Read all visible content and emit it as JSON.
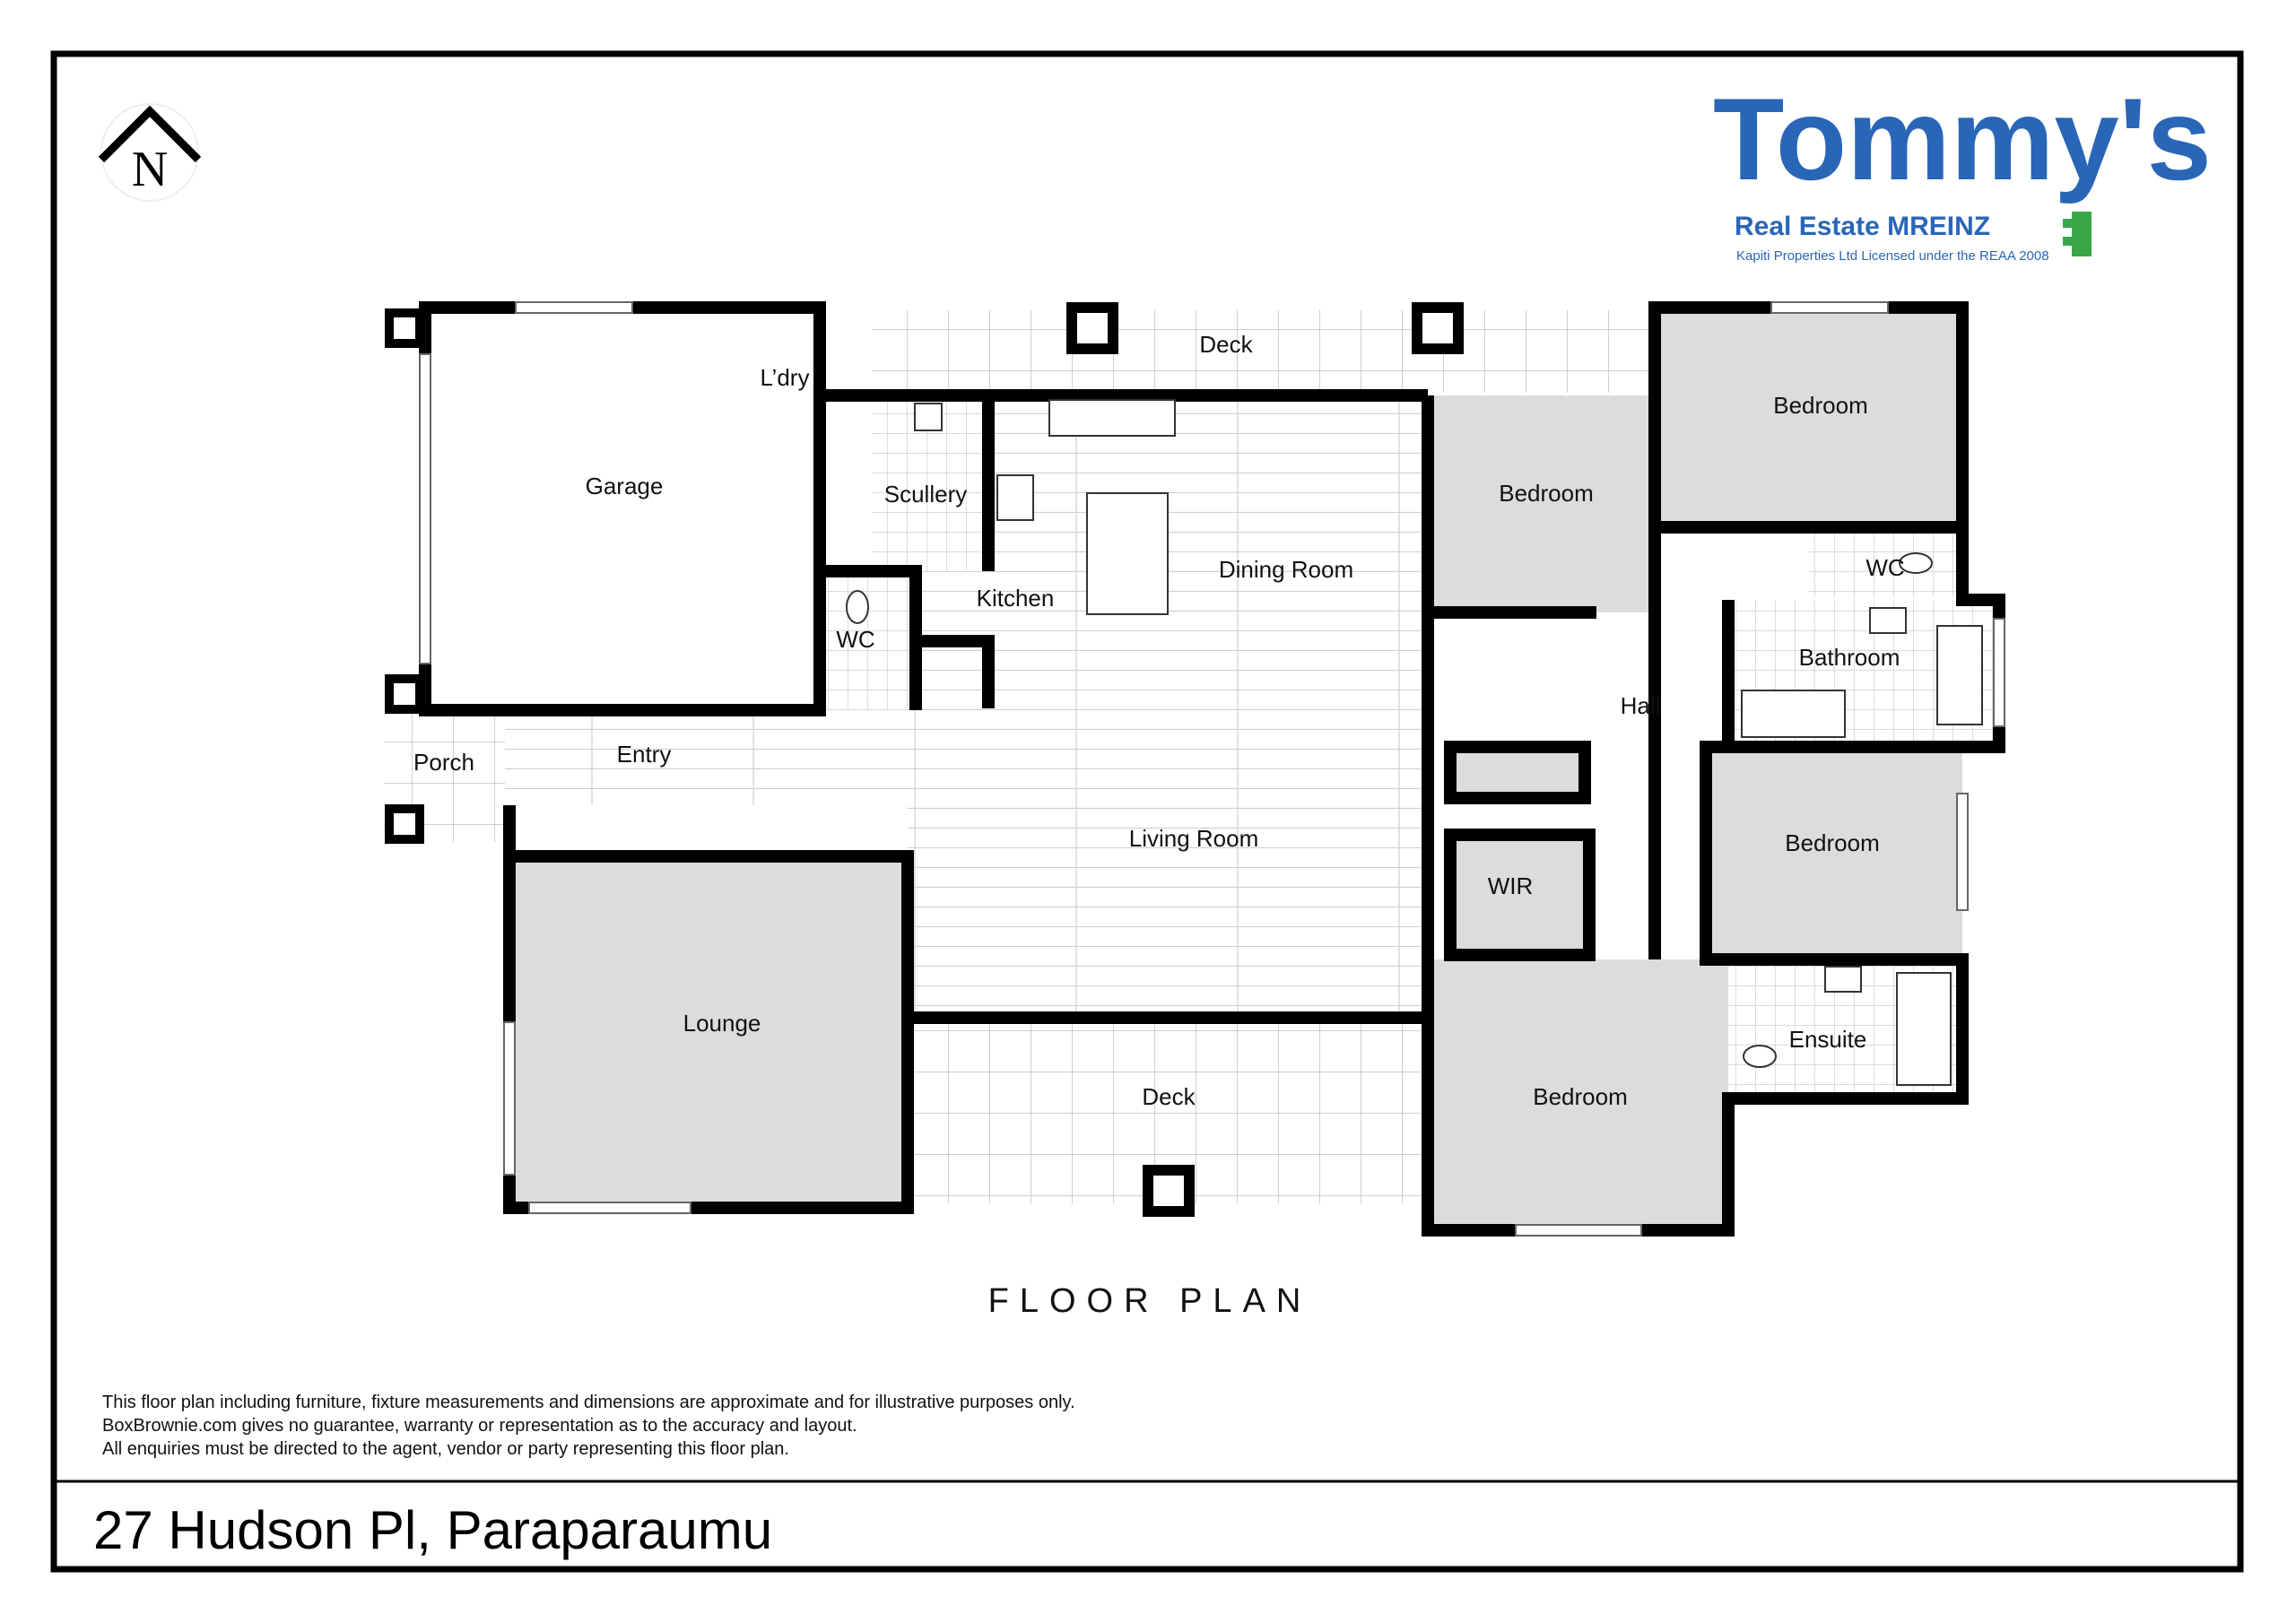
{
  "logo": {
    "brand": "Tommy's",
    "subtitle": "Real Estate MREINZ",
    "license": "Kapiti Properties Ltd Licensed under the REAA 2008",
    "colors": {
      "blue": "#2a66b8",
      "green": "#3aa64a"
    }
  },
  "compass": {
    "letter": "N"
  },
  "rooms": {
    "garage": "Garage",
    "laundry": "L’dry",
    "deck_top": "Deck",
    "scullery": "Scullery",
    "kitchen": "Kitchen",
    "dining": "Dining Room",
    "wc_left": "WC",
    "porch": "Porch",
    "entry": "Entry",
    "living": "Living Room",
    "lounge": "Lounge",
    "deck_bottom": "Deck",
    "bedroom_top_right": "Bedroom",
    "bedroom_top_left": "Bedroom",
    "wc_right": "WC",
    "bathroom": "Bathroom",
    "hall": "Hall",
    "bedroom_mid": "Bedroom",
    "wir": "WIR",
    "ensuite": "Ensuite",
    "bedroom_bottom": "Bedroom"
  },
  "plan_title": "FLOOR PLAN",
  "disclaimer": [
    "This floor plan including furniture, fixture measurements and dimensions are approximate and for illustrative purposes only.",
    "BoxBrownie.com gives no guarantee, warranty or representation as to the accuracy and layout.",
    "All enquiries must be directed to the agent, vendor or party representing this floor plan."
  ],
  "address": "27 Hudson Pl, Paraparaumu"
}
